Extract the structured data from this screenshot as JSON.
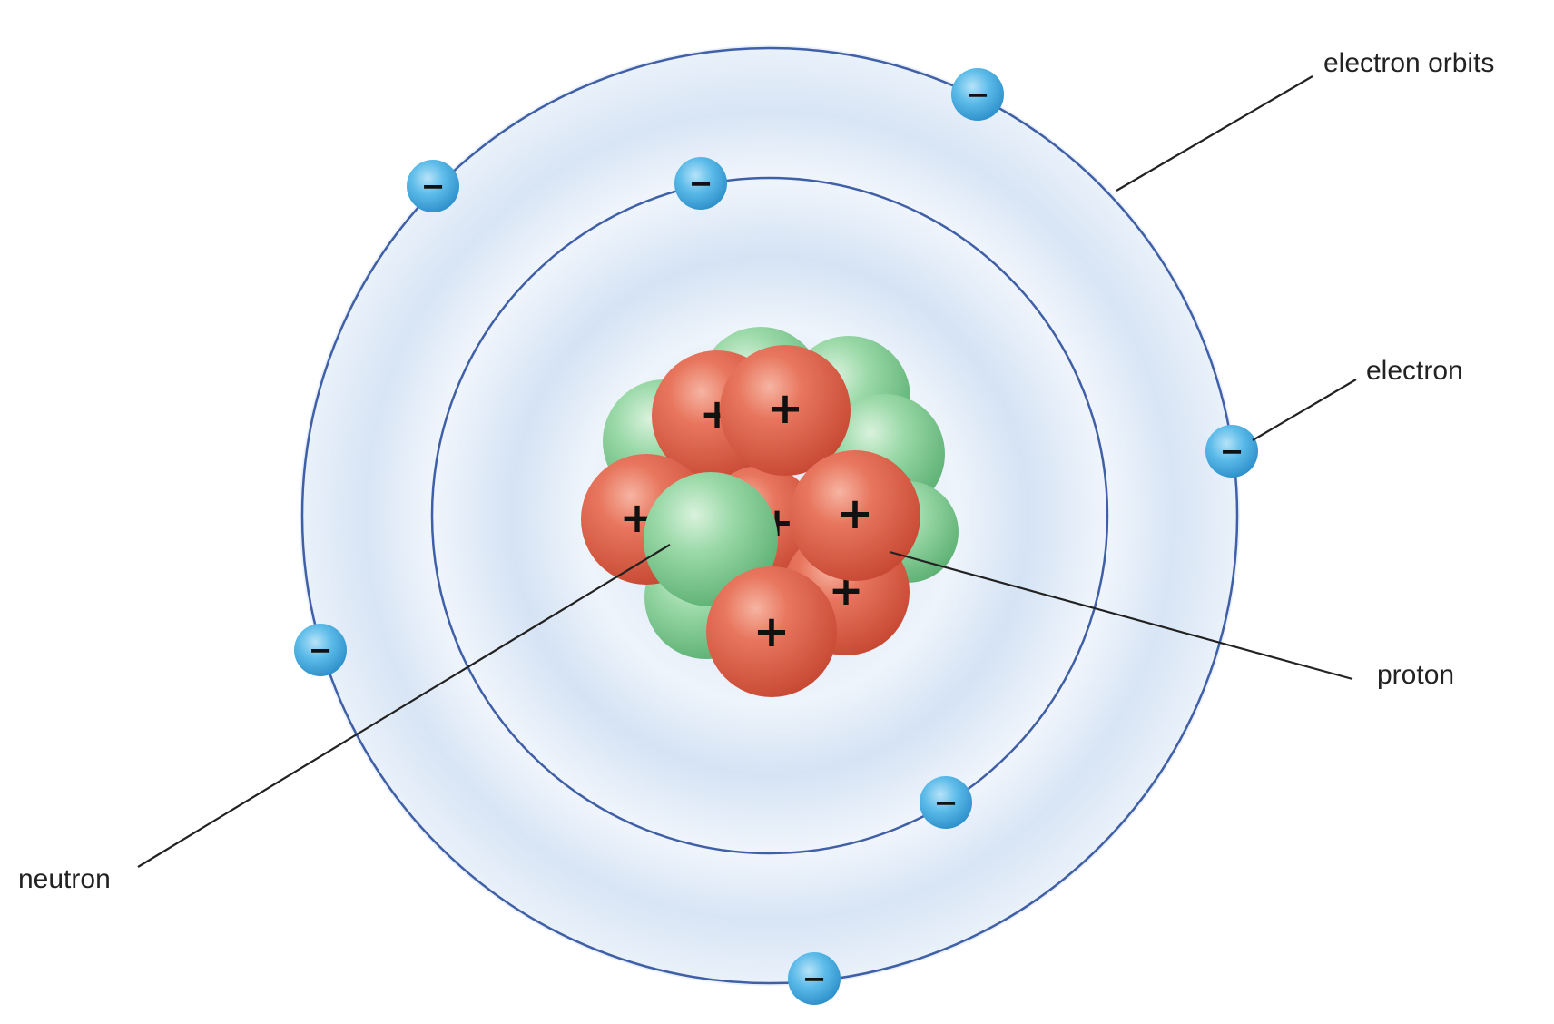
{
  "labels": {
    "electron_orbits": "electron orbits",
    "electron": "electron",
    "proton": "proton",
    "neutron": "neutron"
  },
  "signs": {
    "proton": "+",
    "electron": "−"
  },
  "counts": {
    "electrons_inner_orbit": 2,
    "electrons_outer_orbit": 5
  },
  "colors": {
    "proton": "#e2604a",
    "neutron": "#7fcf92",
    "electron": "#4aaee0",
    "orbit_line": "#3f5fa6",
    "cloud": "#dce8f6",
    "leader_line": "#222222"
  },
  "icons": {
    "proton": "plus-sphere",
    "neutron": "green-sphere",
    "electron": "minus-sphere"
  }
}
